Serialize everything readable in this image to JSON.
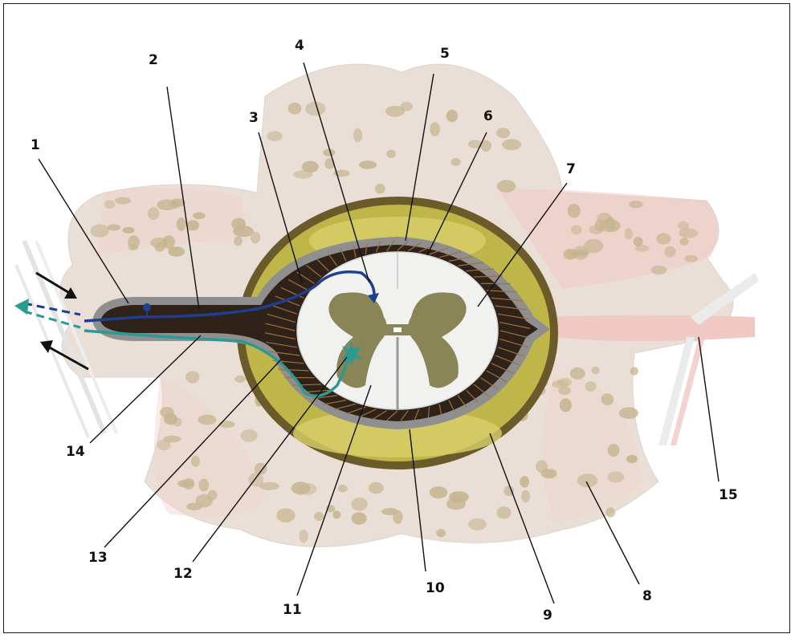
{
  "diagram": {
    "labels": [
      "1",
      "2",
      "3",
      "4",
      "5",
      "6",
      "7",
      "8",
      "9",
      "10",
      "11",
      "12",
      "13",
      "14",
      "15"
    ]
  },
  "colors": {
    "bone": "#e9dfd6",
    "bone_dark": "#c9b79a",
    "bone_pores": "#c5b48f",
    "fat_yellow": "#bfb64a",
    "dura": "#8f8f8f",
    "subarachnoid": "#3b2a1e",
    "cord_white": "#f1f1ef",
    "grey_matter": "#8a8556",
    "sensory_path": "#1f3f8f",
    "motor_path": "#2a9a92",
    "nerve_pink": "#f0c8c4"
  }
}
